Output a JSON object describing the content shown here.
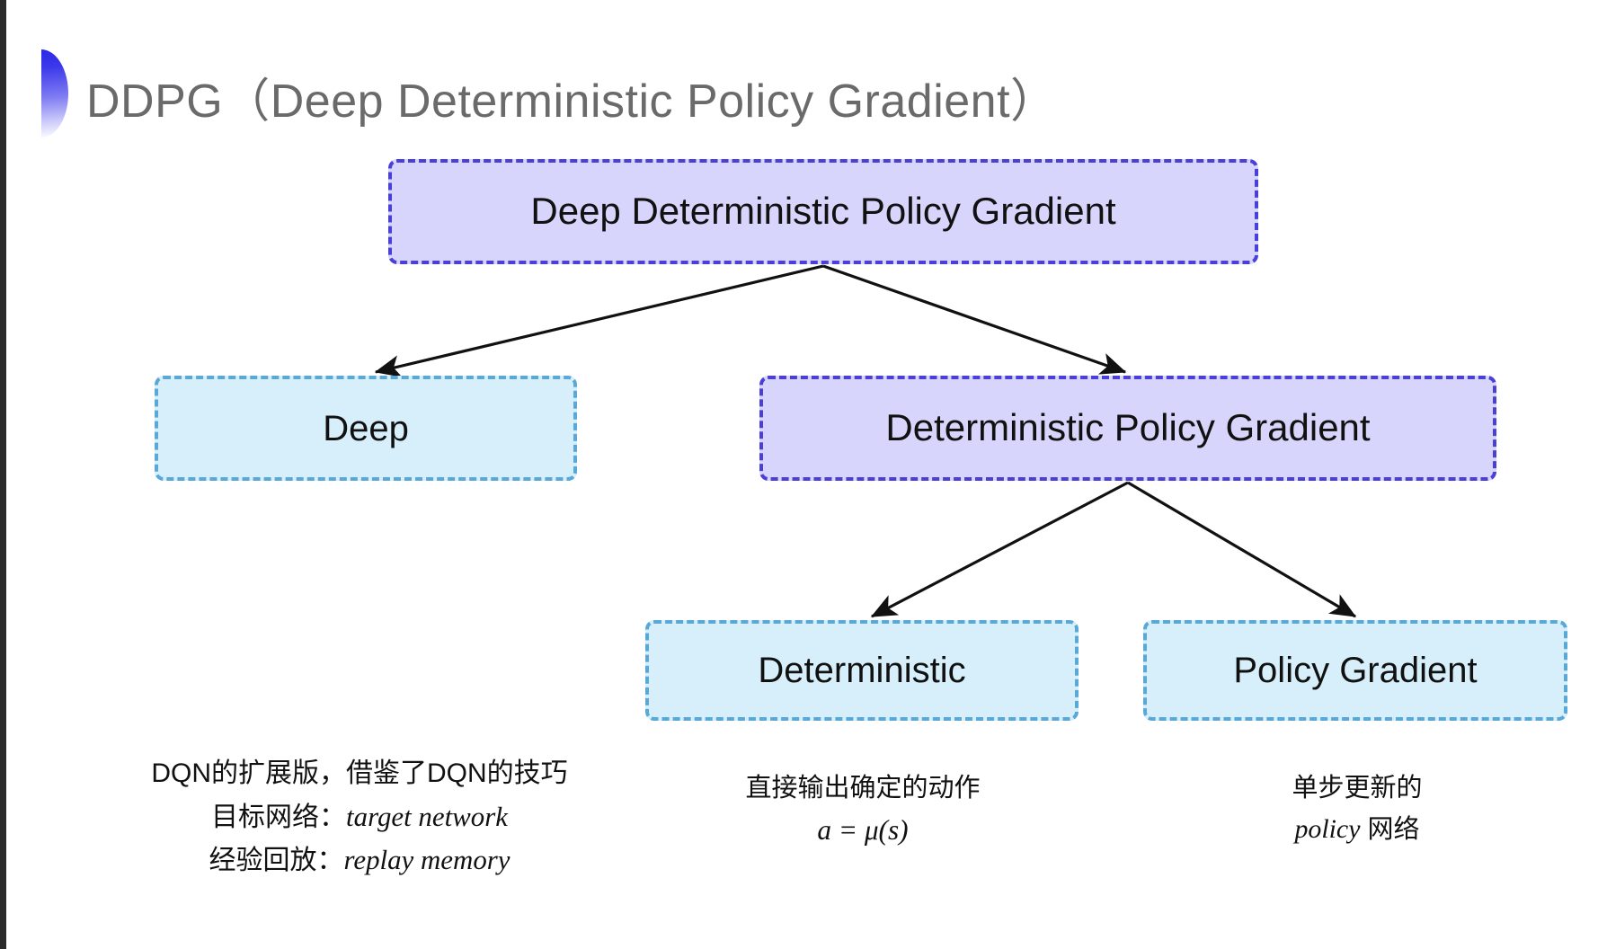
{
  "slide": {
    "title": "DDPG（Deep Deterministic Policy Gradient）",
    "title_color": "#6a6a6a",
    "background": "#ffffff",
    "accent_purple": "#4a3fd6",
    "accent_purple_fill": "#d7d5fb",
    "accent_blue": "#5aa8d8",
    "accent_blue_fill": "#d6effa",
    "bullet_gradient_from": "#2a25e8",
    "bullet_gradient_to": "#ffffff"
  },
  "diagram": {
    "nodes": [
      {
        "id": "root",
        "label": "Deep Deterministic Policy Gradient",
        "style": "purple"
      },
      {
        "id": "deep",
        "label": "Deep",
        "style": "blue"
      },
      {
        "id": "dpg",
        "label": "Deterministic Policy Gradient",
        "style": "purple"
      },
      {
        "id": "deterministic",
        "label": "Deterministic",
        "style": "blue"
      },
      {
        "id": "policy_gradient",
        "label": "Policy Gradient",
        "style": "blue"
      }
    ],
    "edges": [
      {
        "from": "root",
        "to": "deep"
      },
      {
        "from": "root",
        "to": "dpg"
      },
      {
        "from": "dpg",
        "to": "deterministic"
      },
      {
        "from": "dpg",
        "to": "policy_gradient"
      }
    ]
  },
  "notes": {
    "deep": {
      "line1": "DQN的扩展版，借鉴了DQN的技巧",
      "line2_label": "目标网络：",
      "line2_term": "target network",
      "line3_label": "经验回放：",
      "line3_term": "replay memory"
    },
    "deterministic": {
      "line1": "直接输出确定的动作",
      "formula": "a = μ(s)"
    },
    "policy_gradient": {
      "line1": "单步更新的",
      "line2_term": "policy",
      "line2_suffix": " 网络"
    }
  }
}
